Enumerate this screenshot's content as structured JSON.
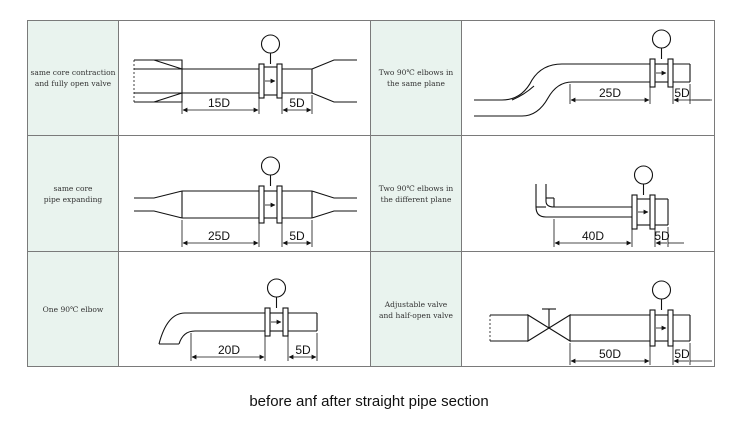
{
  "colors": {
    "label_bg": "#e9f3ee",
    "border": "#7a7a7a",
    "line": "#111111"
  },
  "rows": [
    {
      "left": {
        "label": "same core contraction\nand fully open valve",
        "upstream": "15D",
        "downstream": "5D"
      },
      "right": {
        "label": "Two 90℃ elbows in\nthe same plane",
        "upstream": "25D",
        "downstream": "5D"
      }
    },
    {
      "left": {
        "label": "same core\npipe expanding",
        "upstream": "25D",
        "downstream": "5D"
      },
      "right": {
        "label": "Two 90℃ elbows in\nthe different plane",
        "upstream": "40D",
        "downstream": "5D"
      }
    },
    {
      "left": {
        "label": "One 90℃ elbow",
        "upstream": "20D",
        "downstream": "5D"
      },
      "right": {
        "label": "Adjustable valve\nand half-open valve",
        "upstream": "50D",
        "downstream": "5D"
      }
    }
  ],
  "caption": "before anf after straight pipe section"
}
